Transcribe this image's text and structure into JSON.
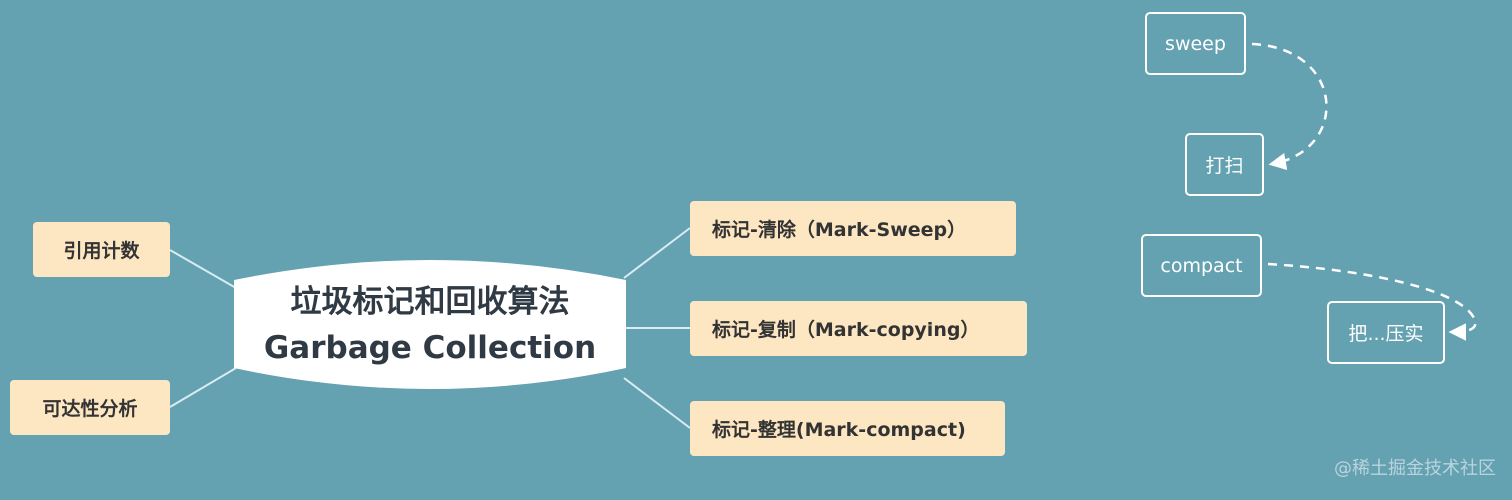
{
  "colors": {
    "background": "#64a1b1",
    "leaf_fill": "#fde7c3",
    "center_fill": "#ffffff",
    "text_dark": "#333333",
    "connector": "#d9ecf1",
    "outline": "#ffffff"
  },
  "mindmap": {
    "center": {
      "line1": "垃圾标记和回收算法",
      "line2": "Garbage Collection"
    },
    "left_branches": [
      {
        "label": "引用计数"
      },
      {
        "label": "可达性分析"
      }
    ],
    "right_branches": [
      {
        "label": "标记-清除（Mark-Sweep）"
      },
      {
        "label": "标记-复制（Mark-copying）"
      },
      {
        "label": "标记-整理(Mark-compact)"
      }
    ]
  },
  "glossary": [
    {
      "term": "sweep",
      "meaning": "打扫"
    },
    {
      "term": "compact",
      "meaning": "把...压实"
    }
  ],
  "watermark": "@稀土掘金技术社区"
}
